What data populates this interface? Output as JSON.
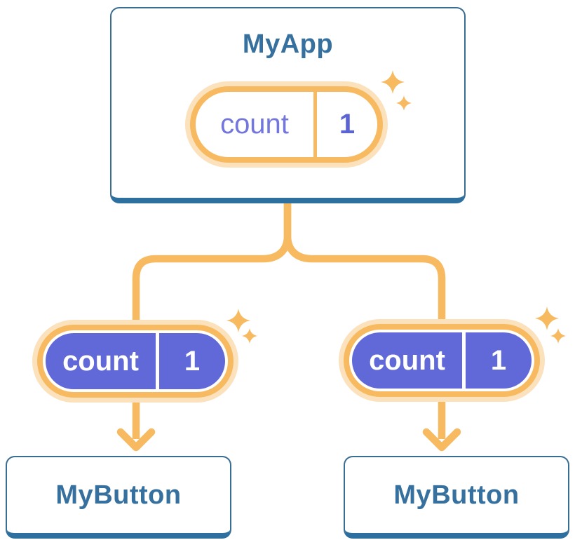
{
  "diagram": {
    "root": {
      "title": "MyApp",
      "state": {
        "name": "count",
        "value": "1"
      }
    },
    "children": [
      {
        "title": "MyButton",
        "state": {
          "name": "count",
          "value": "1"
        }
      },
      {
        "title": "MyButton",
        "state": {
          "name": "count",
          "value": "1"
        }
      }
    ]
  },
  "colors": {
    "orange": "#F7BA61",
    "halo": "#FBE2BC",
    "purple": "#6168D8",
    "purpleText": "#7276DD",
    "purpleValue": "#5C63D2",
    "blueBorder": "#3A6D92",
    "blueBand": "#2D6F9F",
    "blueText": "#35709F",
    "white": "#FFFFFF"
  }
}
